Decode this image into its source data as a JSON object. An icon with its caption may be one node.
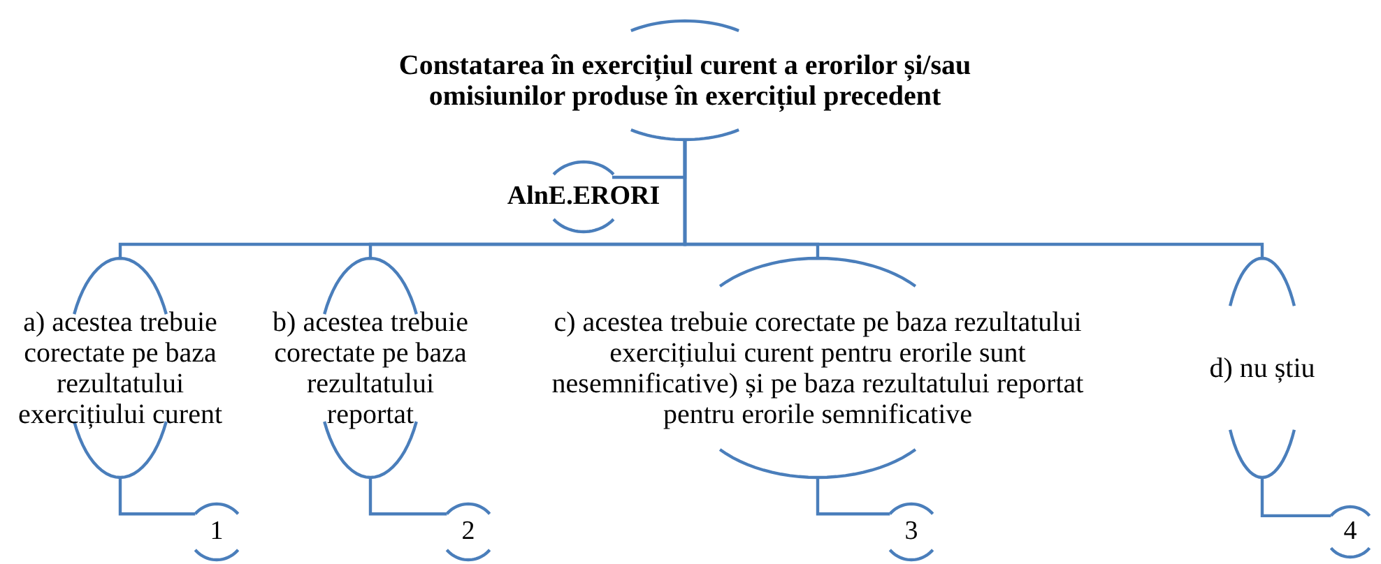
{
  "diagram": {
    "nodes": [
      {
        "text": [
          "Constatarea în exercițiul curent a erorilor și/sau omisiunilor produse în exercițiul precedent"
        ]
      },
      {
        "text": [
          "AlnE.ERORI"
        ]
      },
      {
        "text": [
          "a) acestea trebuie corectate pe baza rezultatului exercițiului curent"
        ]
      },
      {
        "text": [
          "b) acestea trebuie corectate pe baza rezultatului reportat"
        ]
      },
      {
        "text": [
          "c) acestea trebuie corectate pe baza rezultatului exercițiului curent pentru erorile sunt nesemnificative) și pe baza rezultatului reportat pentru erorile semnificative"
        ]
      },
      {
        "text": [
          "d) nu știu"
        ]
      },
      {
        "text": [
          "1"
        ]
      },
      {
        "text": [
          "2"
        ]
      },
      {
        "text": [
          "3"
        ]
      },
      {
        "text": [
          "4"
        ]
      }
    ],
    "edges": [
      {
        "from": 0,
        "to": 1,
        "arrow": "none"
      },
      {
        "from": 0,
        "to": 2,
        "arrow": "none"
      },
      {
        "from": 0,
        "to": 3,
        "arrow": "none"
      },
      {
        "from": 0,
        "to": 4,
        "arrow": "none"
      },
      {
        "from": 0,
        "to": 5,
        "arrow": "none"
      },
      {
        "from": 2,
        "to": 6,
        "arrow": "none"
      },
      {
        "from": 3,
        "to": 7,
        "arrow": "none"
      },
      {
        "from": 4,
        "to": 8,
        "arrow": "none"
      },
      {
        "from": 5,
        "to": 9,
        "arrow": "none"
      }
    ]
  }
}
